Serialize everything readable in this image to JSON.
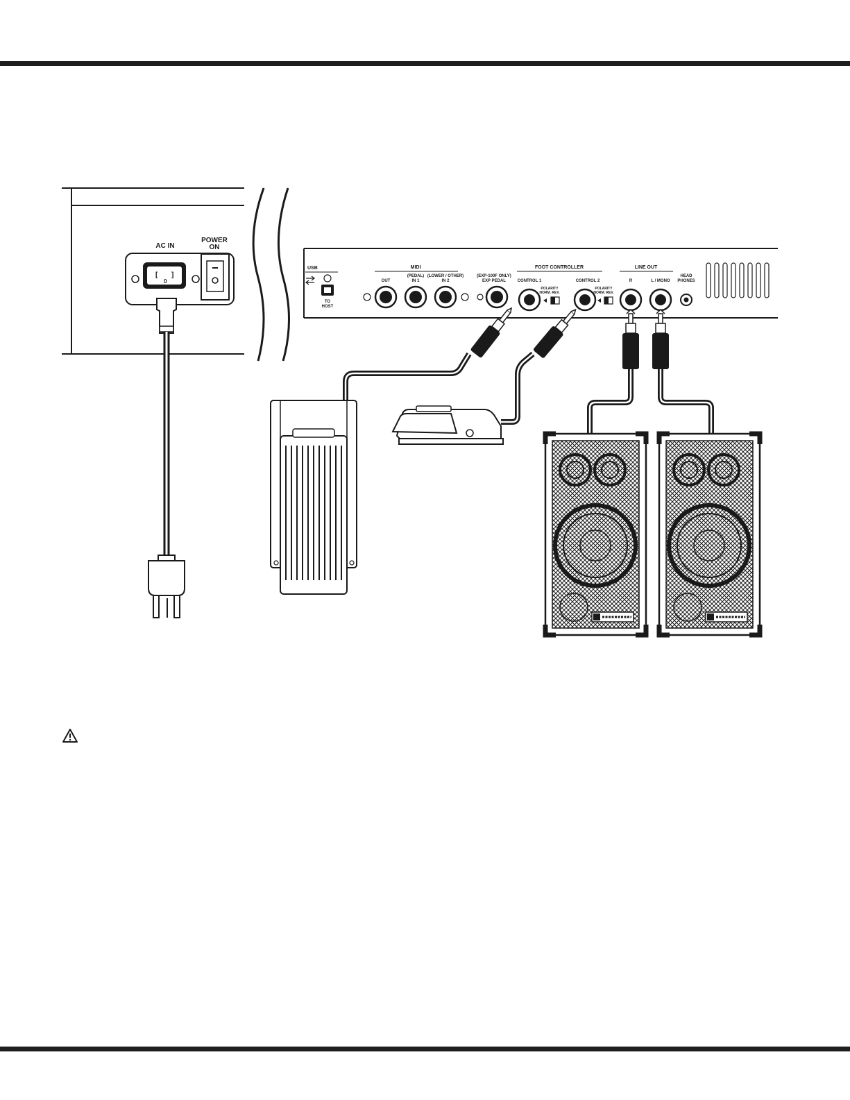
{
  "panel_left": {
    "ac_in": "AC IN",
    "power_line1": "POWER",
    "power_line2": "ON"
  },
  "panel_right": {
    "usb": "USB",
    "to_host_line1": "TO",
    "to_host_line2": "HOST",
    "midi": "MIDI",
    "midi_out": "OUT",
    "midi_in1_top": "(PEDAL)",
    "midi_in1": "IN 1",
    "midi_in2_top": "(LOWER / OTHER)",
    "midi_in2": "IN 2",
    "exp_top": "(EXP-100F ONLY)",
    "exp": "EXP PEDAL",
    "foot_controller": "FOOT CONTROLLER",
    "control1": "CONTROL 1",
    "control2": "CONTROL 2",
    "polarity": "POLARITY",
    "norm_rev": "NORM.  REV.",
    "line_out": "LINE OUT",
    "r": "R",
    "l_mono": "L / MONO",
    "head_line1": "HEAD",
    "head_line2": "PHONES"
  },
  "icons": {
    "warning": "warning-triangle-icon",
    "usb": "usb-icon"
  },
  "colors": {
    "ink": "#1a1a1a",
    "rule": "#1e1e1e",
    "background": "#ffffff"
  }
}
